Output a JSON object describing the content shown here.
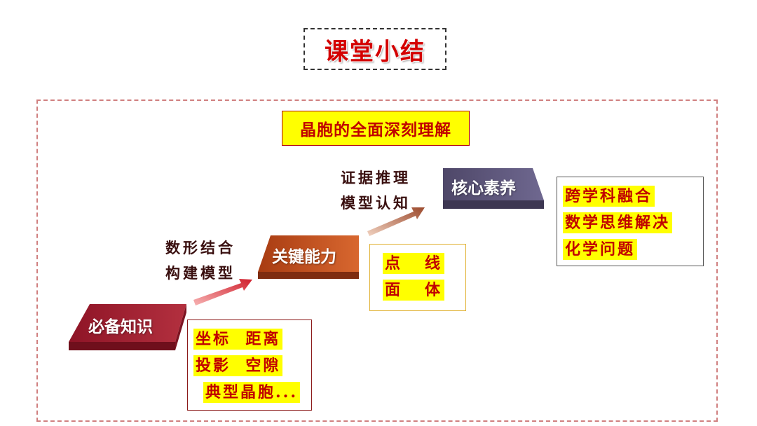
{
  "title": "课堂小结",
  "heading": "晶胞的全面深刻理解",
  "steps": {
    "step1": "必备知识",
    "step2": "关键能力",
    "step3": "核心素养"
  },
  "phrases": {
    "p1_line1": "数形结合",
    "p1_line2": "构建模型",
    "p2_line1": "证据推理",
    "p2_line2": "模型认知"
  },
  "cards": {
    "knowledge": [
      "坐标  距离",
      "投影  空隙",
      "典型晶胞..."
    ],
    "ability": [
      "点   线",
      "面   体"
    ],
    "literacy": [
      "跨学科融合",
      "数学思维解决",
      "化学问题"
    ]
  },
  "colors": {
    "step1": "#a52234",
    "step2": "#c0501e",
    "step3": "#5e567a",
    "highlight": "#ffff00",
    "accent_red": "#c00000"
  }
}
